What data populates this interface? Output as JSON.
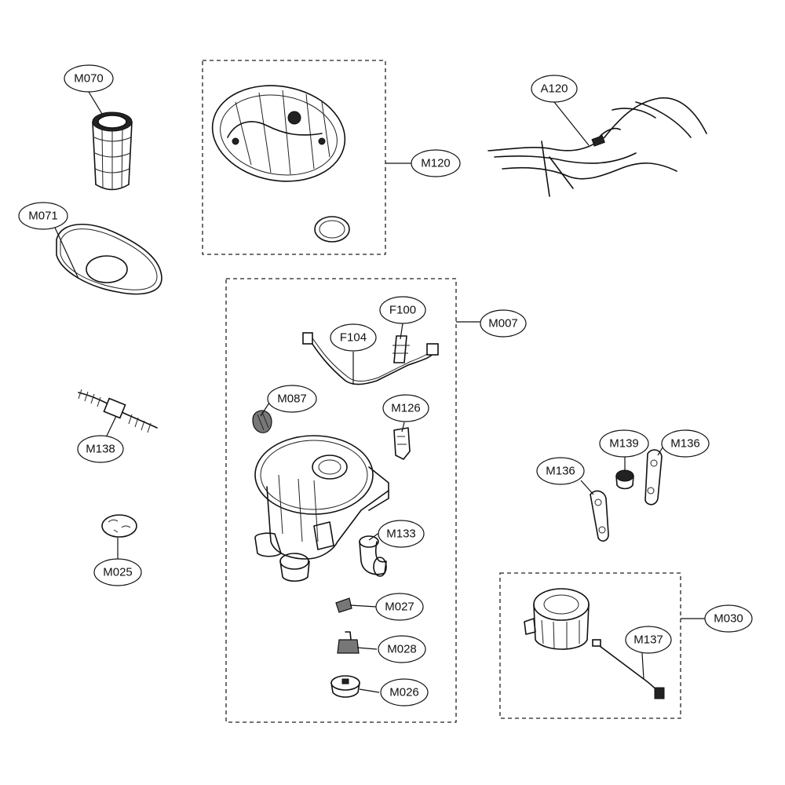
{
  "diagram": {
    "labels": {
      "M070": "M070",
      "M071": "M071",
      "M120": "M120",
      "A120": "A120",
      "M007": "M007",
      "F100": "F100",
      "F104": "F104",
      "M087": "M087",
      "M126": "M126",
      "M138": "M138",
      "M133": "M133",
      "M025": "M025",
      "M027": "M027",
      "M028": "M028",
      "M026": "M026",
      "M139": "M139",
      "M136a": "M136",
      "M136b": "M136",
      "M030": "M030",
      "M137": "M137"
    }
  }
}
